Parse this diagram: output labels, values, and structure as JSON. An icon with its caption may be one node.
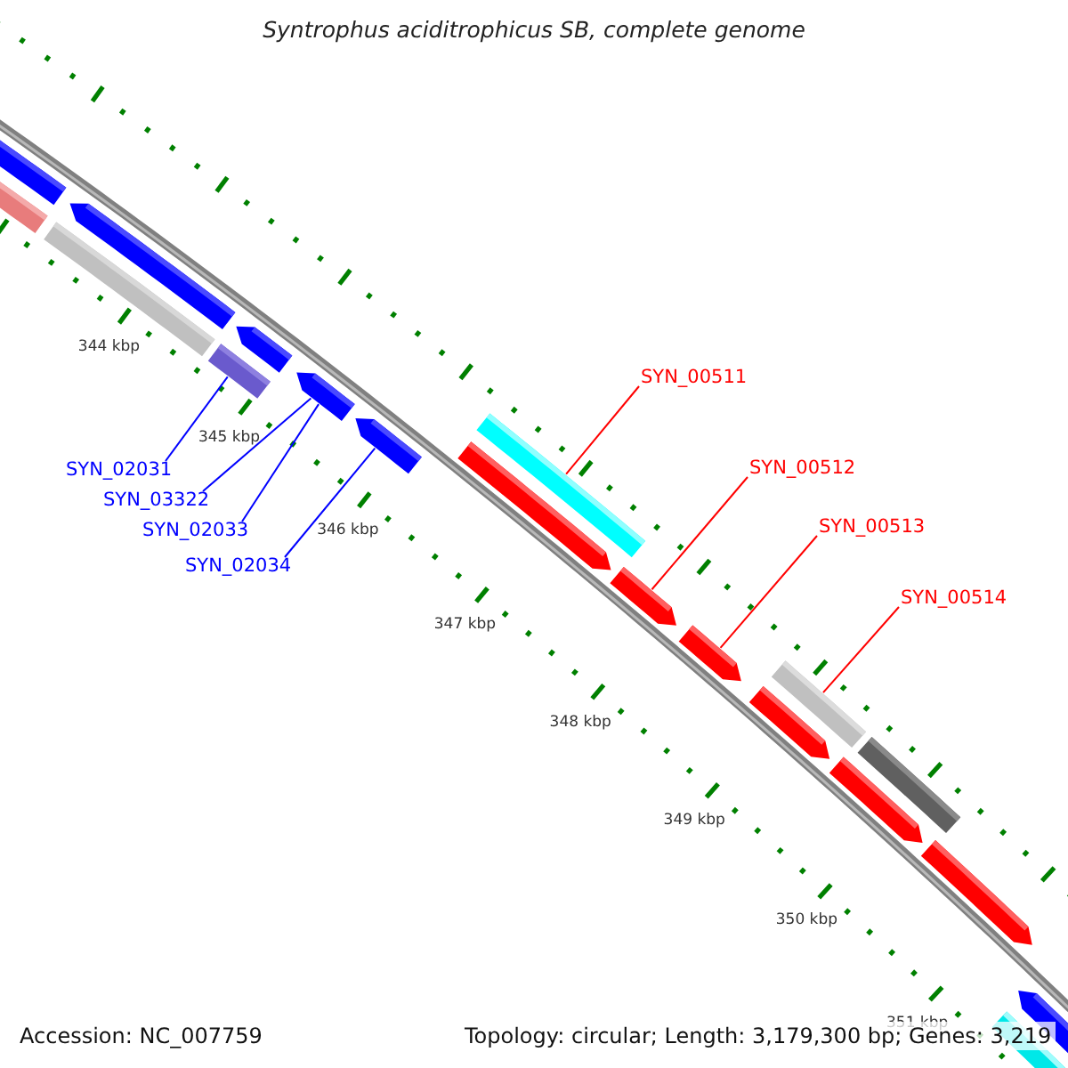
{
  "diagram": {
    "title": "Syntrophus aciditrophicus SB, complete genome",
    "nodes": [
      {
        "text": [
          "SYN_02031"
        ]
      },
      {
        "text": [
          "SYN_03322"
        ]
      },
      {
        "text": [
          "SYN_02033"
        ]
      },
      {
        "text": [
          "SYN_02034"
        ]
      },
      {
        "text": [
          "SYN_00511"
        ]
      },
      {
        "text": [
          "SYN_00512"
        ]
      },
      {
        "text": [
          "SYN_00513"
        ]
      },
      {
        "text": [
          "SYN_00514"
        ]
      },
      {
        "text": [],
        "shape": "bar"
      },
      {
        "text": [],
        "shape": "arrow"
      },
      {
        "text": [],
        "shape": "arrow"
      },
      {
        "text": [],
        "shape": "bar"
      },
      {
        "text": [],
        "shape": "arrow"
      },
      {
        "text": [],
        "shape": "arrow"
      },
      {
        "text": [],
        "shape": "bar"
      }
    ],
    "edges": [
      {
        "from": 0,
        "to": 8,
        "arrow": "none",
        "color": "#0000ff"
      },
      {
        "from": 1,
        "to": 9,
        "arrow": "none",
        "color": "#0000ff"
      },
      {
        "from": 2,
        "to": 9,
        "arrow": "none",
        "color": "#0000ff"
      },
      {
        "from": 3,
        "to": 10,
        "arrow": "none",
        "color": "#0000ff"
      },
      {
        "from": 4,
        "to": 11,
        "arrow": "none",
        "color": "#ff0000"
      },
      {
        "from": 5,
        "to": 12,
        "arrow": "none",
        "color": "#ff0000"
      },
      {
        "from": 6,
        "to": 13,
        "arrow": "none",
        "color": "#ff0000"
      },
      {
        "from": 7,
        "to": 14,
        "arrow": "none",
        "color": "#ff0000"
      }
    ],
    "labels": [
      "344 kbp",
      "345 kbp",
      "346 kbp",
      "347 kbp",
      "348 kbp",
      "349 kbp",
      "350 kbp",
      "351 kbp",
      "Accession: NC_007759",
      "Topology: circular; Length: 3,179,300 bp; Genes: 3,219"
    ]
  }
}
